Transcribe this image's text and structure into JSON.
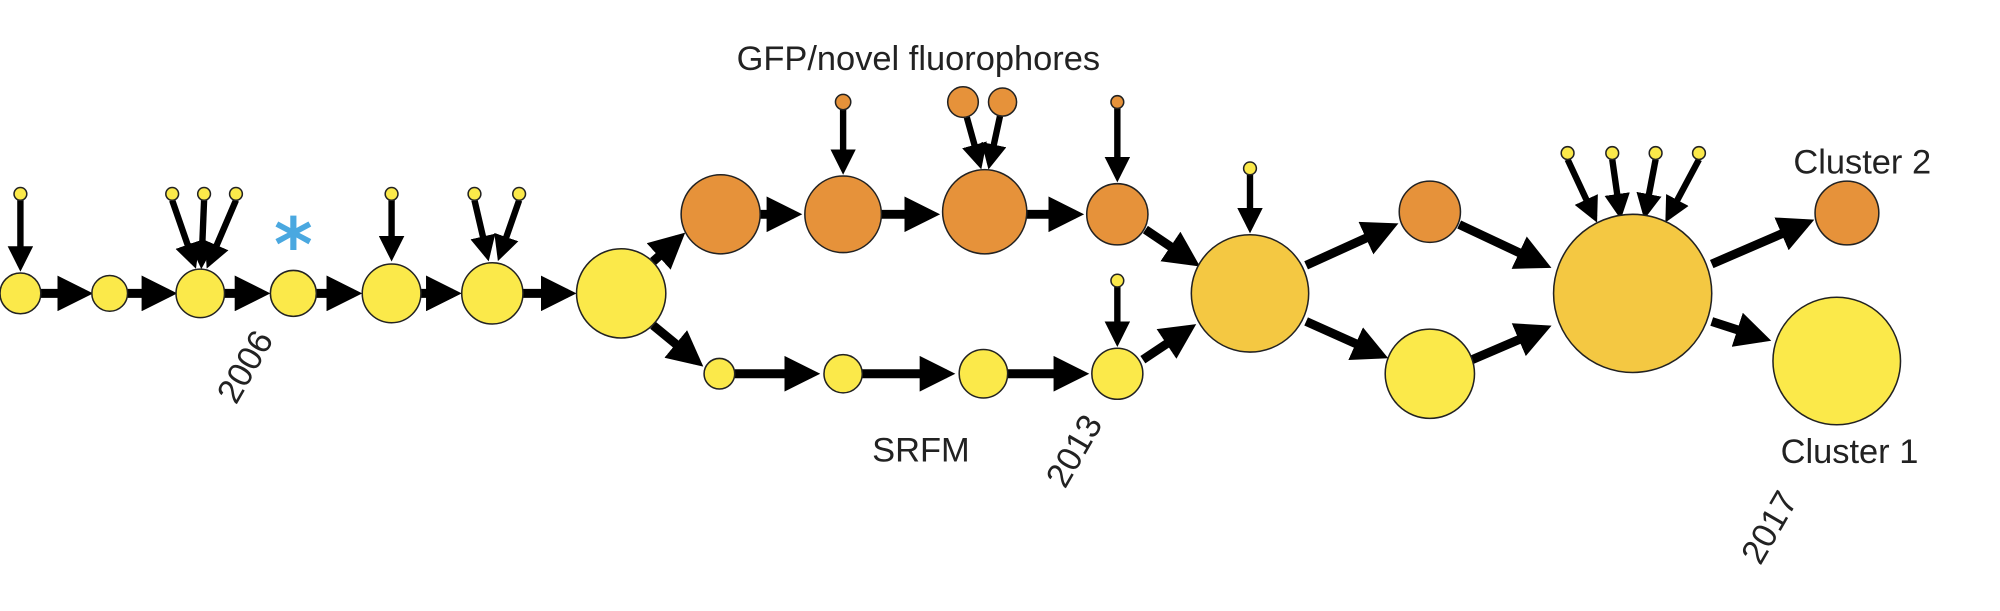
{
  "labels": {
    "gfp": "GFP/novel fluorophores",
    "srfm": "SRFM",
    "cluster1": "Cluster 1",
    "cluster2": "Cluster 2",
    "year_2006": "2006",
    "year_2013": "2013",
    "year_2017": "2017",
    "star": "*"
  },
  "colors": {
    "yellow": "#fbe94a",
    "orange": "#e6923a",
    "merged": "#f4c842",
    "star": "#4aa8e0"
  }
}
